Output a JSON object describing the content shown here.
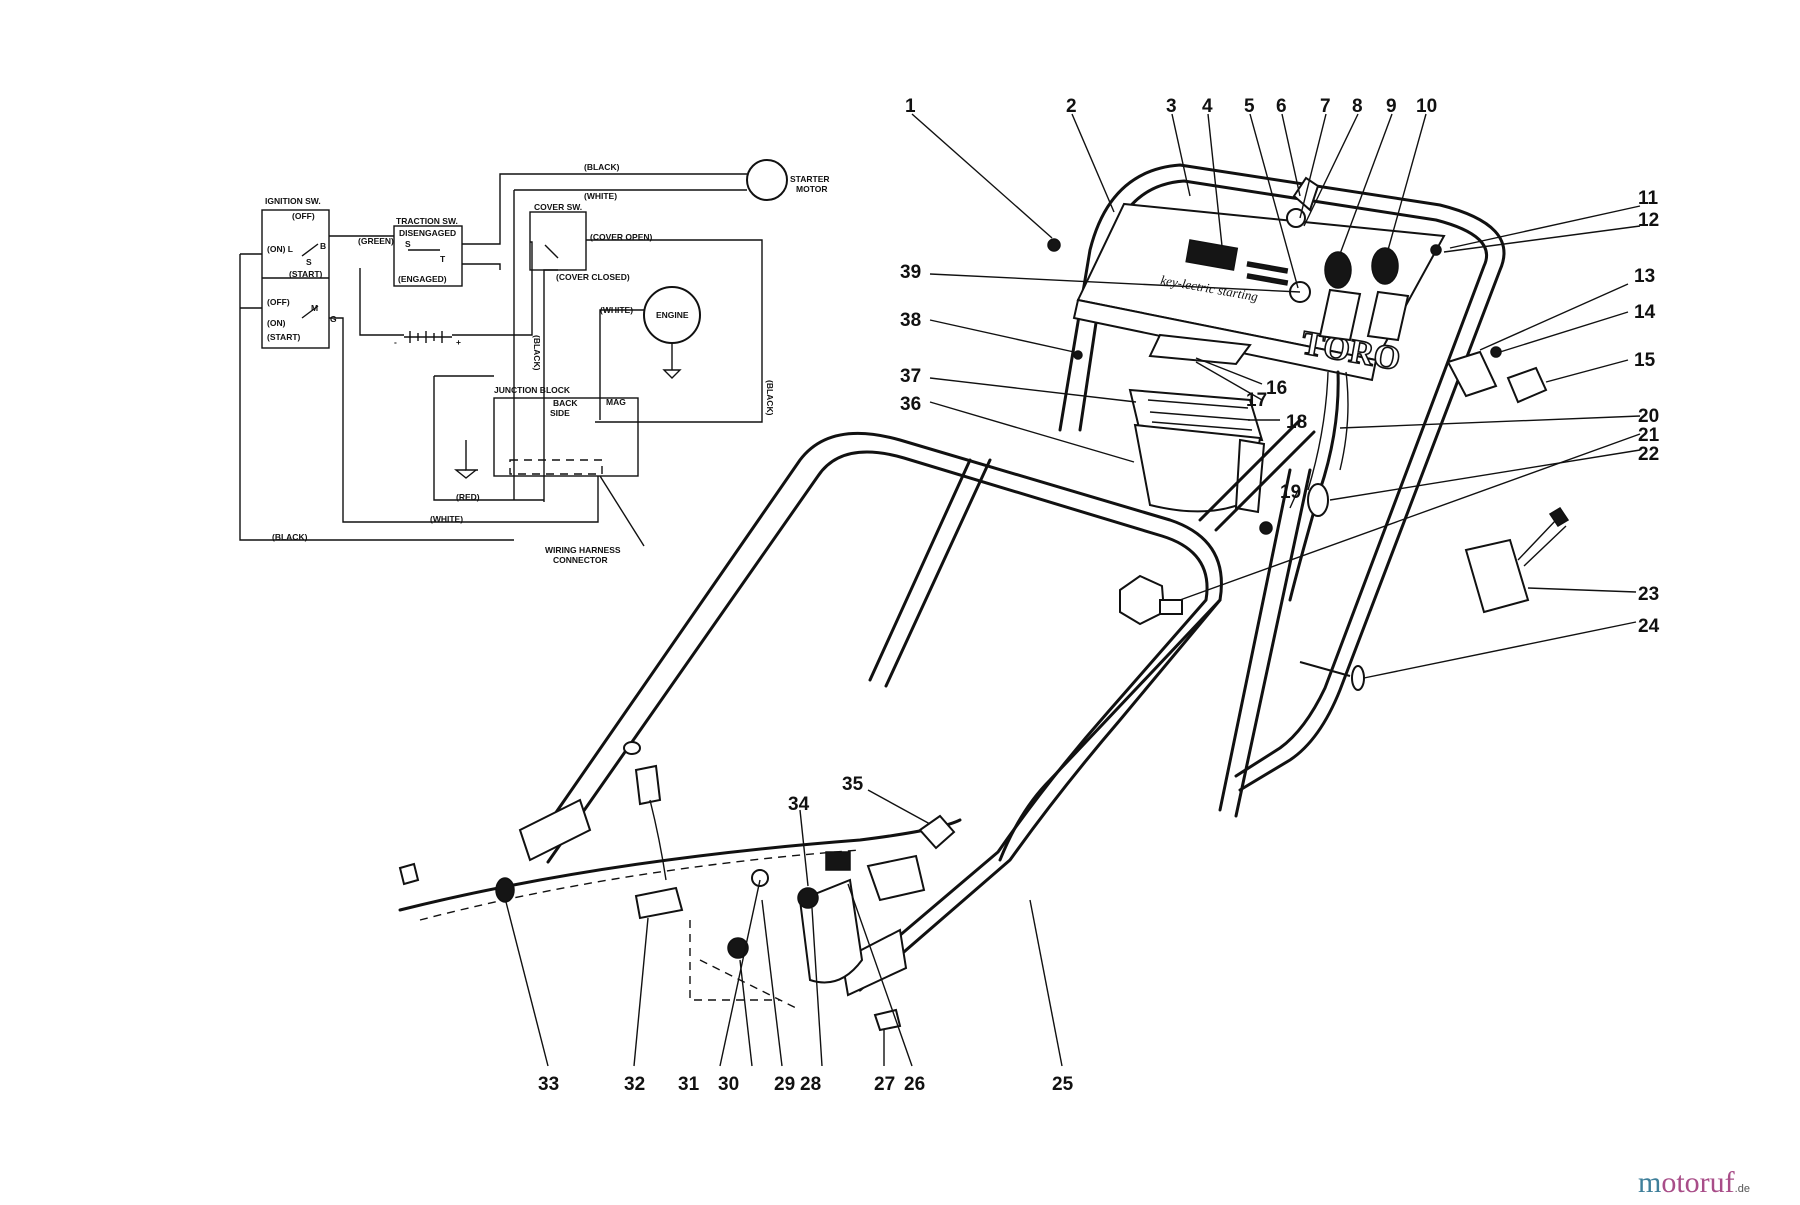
{
  "watermark": {
    "m": "m",
    "rest": "otoruf",
    "tld": ".de"
  },
  "decal": {
    "brand": "TORO",
    "text": "key-lectric starting"
  },
  "callouts": [
    "1",
    "2",
    "3",
    "4",
    "5",
    "6",
    "7",
    "8",
    "9",
    "10",
    "11",
    "12",
    "13",
    "14",
    "15",
    "16",
    "17",
    "18",
    "19",
    "20",
    "21",
    "22",
    "23",
    "24",
    "25",
    "26",
    "27",
    "28",
    "29",
    "30",
    "31",
    "32",
    "33",
    "34",
    "35",
    "36",
    "37",
    "38",
    "39"
  ],
  "wiring": {
    "ignition_title": "IGNITION SW.",
    "off_top": "(OFF)",
    "on_l": "(ON) L",
    "s_term": "S",
    "b_term": "B",
    "start_top": "(START)",
    "off_bot": "(OFF)",
    "m_term": "M",
    "on_bot": "(ON)",
    "g_term": "G",
    "start_bot": "(START)",
    "green": "(GREEN)",
    "traction_title": "TRACTION SW.",
    "disengaged": "DISENGAGED",
    "s2": "S",
    "t_term": "T",
    "engaged": "(ENGAGED)",
    "cover_title": "COVER SW.",
    "cover_open": "(COVER OPEN)",
    "cover_closed": "(COVER CLOSED)",
    "black_top": "(BLACK)",
    "white_top": "(WHITE)",
    "starter_motor": "STARTER MOTOR",
    "white_engine": "(WHITE)",
    "engine": "ENGINE",
    "black_vert": "(BLACK)",
    "black_right": "(BLACK)",
    "junction_block": "JUNCTION BLOCK",
    "back_side": "BACK SIDE",
    "mag": "MAG",
    "red": "(RED)",
    "white_bot": "(WHITE)",
    "black_bot": "(BLACK)",
    "harness_connector": "WIRING HARNESS CONNECTOR",
    "minus": "-",
    "plus": "+"
  }
}
